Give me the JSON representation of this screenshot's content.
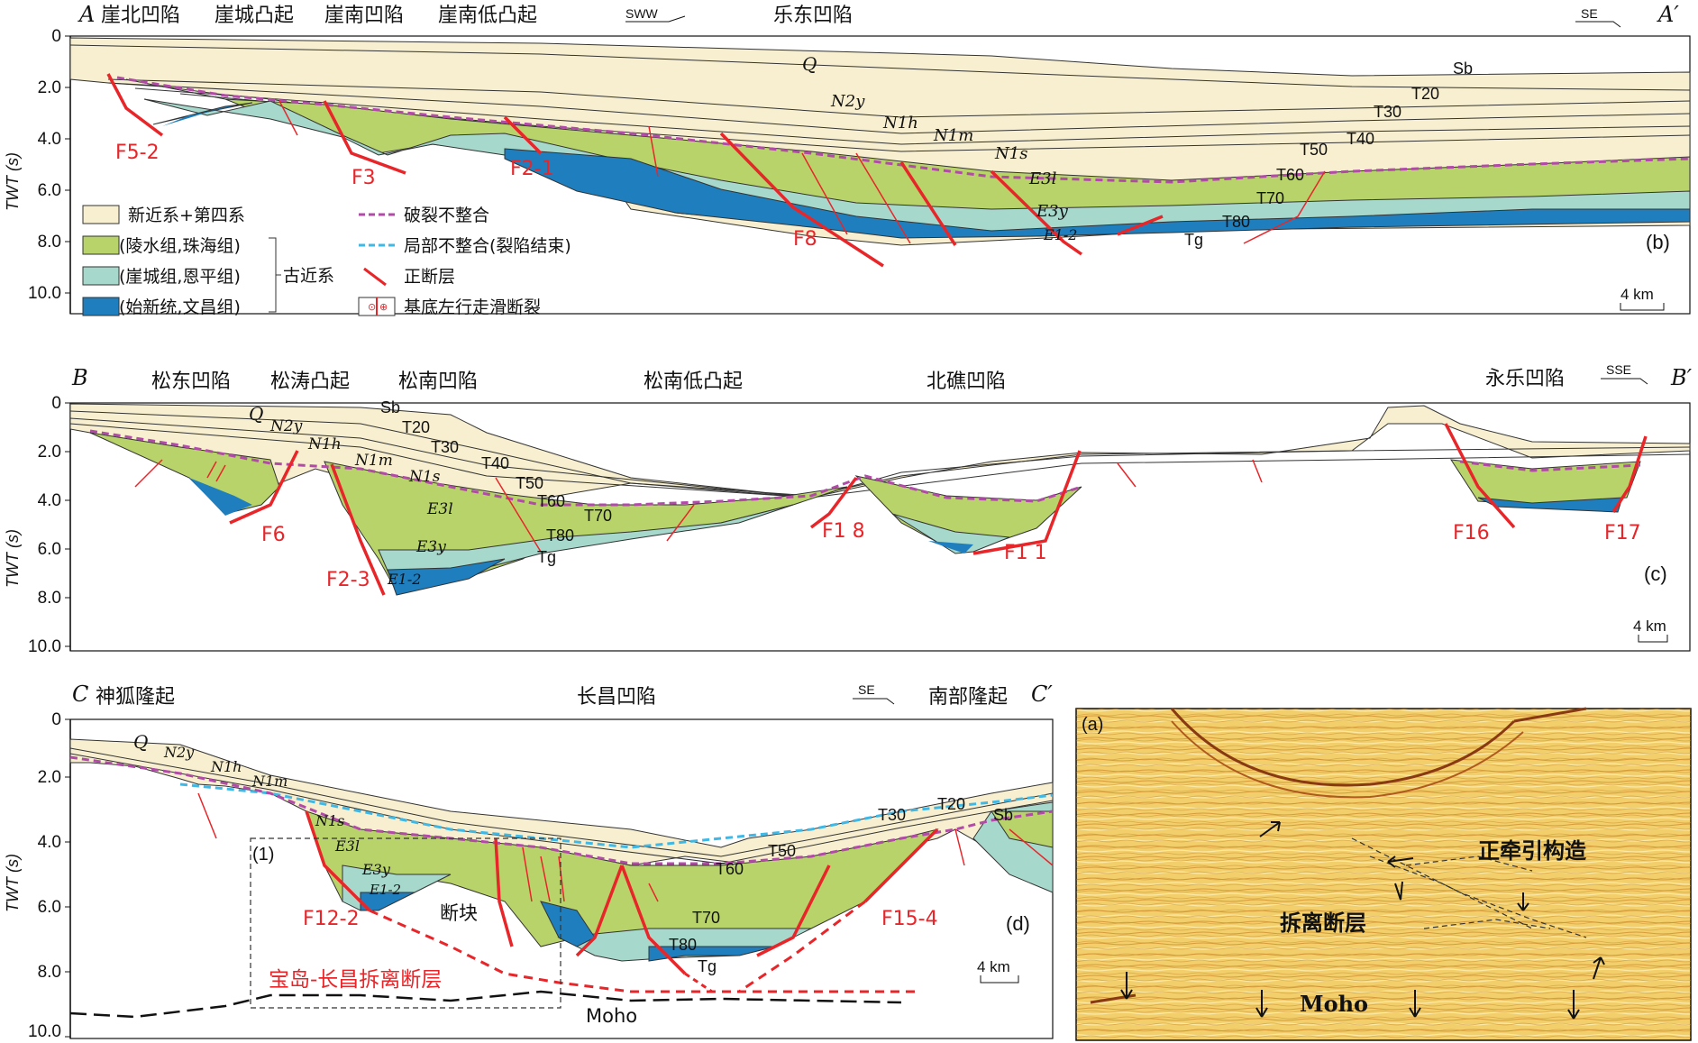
{
  "axis": {
    "ylabel": "TWT (s)",
    "ticks": [
      "0",
      "2.0",
      "4.0",
      "6.0",
      "8.0",
      "10.0"
    ]
  },
  "colors": {
    "neogene": "#f7efcf",
    "lingshui": "#b8d36a",
    "yacheng": "#a7d8cc",
    "eocene": "#1f7fbe",
    "fault": "#e8262a",
    "breakup_unconformity": "#b24aa8",
    "local_unconformity": "#3fb8e6"
  },
  "legend": {
    "unit_neogene": "新近系+第四系",
    "unit_lingshui": "(陵水组,珠海组)",
    "unit_yacheng": "(崖城组,恩平组)",
    "unit_eocene": "(始新统,文昌组)",
    "paleogene_group": "古近系",
    "breakup_unconformity": "破裂不整合",
    "local_unconformity": "局部不整合(裂陷结束)",
    "normal_fault": "正断层",
    "strike_slip": "基底左行走滑断裂"
  },
  "panel_b": {
    "id": "(b)",
    "start": "A",
    "end": "A′",
    "regions": [
      "崖北凹陷",
      "崖城凸起",
      "崖南凹陷",
      "崖南低凸起",
      "乐东凹陷"
    ],
    "dir_left": "SWW",
    "dir_right": "SE",
    "faults": [
      "F5-2",
      "F3",
      "F2-1",
      "F8"
    ],
    "horizons": [
      "Sb",
      "T20",
      "T30",
      "T40",
      "T50",
      "T60",
      "T70",
      "T80",
      "Tg"
    ],
    "formations": [
      "Q",
      "N2y",
      "N1h",
      "N1m",
      "N1s",
      "E3l",
      "E3y",
      "E1-2"
    ],
    "scale": "4 km"
  },
  "panel_c": {
    "id": "(c)",
    "start": "B",
    "end": "B′",
    "regions": [
      "松东凹陷",
      "松涛凸起",
      "松南凹陷",
      "松南低凸起",
      "北礁凹陷",
      "永乐凹陷"
    ],
    "dir_right": "SSE",
    "faults": [
      "F6",
      "F2-3",
      "F1 8",
      "F1 1",
      "F16",
      "F17"
    ],
    "horizons": [
      "Sb",
      "T20",
      "T30",
      "T40",
      "T50",
      "T60",
      "T70",
      "T80",
      "Tg"
    ],
    "formations": [
      "Q",
      "N2y",
      "N1h",
      "N1m",
      "N1s",
      "E3l",
      "E3y",
      "E1-2"
    ],
    "scale": "4 km"
  },
  "panel_d": {
    "id": "(d)",
    "start": "C",
    "end": "C′",
    "regions": [
      "神狐隆起",
      "长昌凹陷",
      "南部隆起"
    ],
    "dir_right": "SE",
    "faults": [
      "F12-2",
      "F15-4"
    ],
    "horizons": [
      "Sb",
      "T20",
      "T30",
      "T50",
      "T60",
      "T70",
      "T80",
      "Tg"
    ],
    "formations": [
      "Q",
      "N2y",
      "N1h",
      "N1m",
      "N1s",
      "E3l",
      "E3y",
      "E1-2"
    ],
    "box_label": "(1)",
    "block_label": "断块",
    "detachment": "宝岛-长昌拆离断层",
    "moho": "Moho",
    "scale": "4 km"
  },
  "panel_a": {
    "id": "(a)",
    "label_structure": "正牵引构造",
    "label_detachment": "拆离断层",
    "label_moho": "Moho"
  }
}
